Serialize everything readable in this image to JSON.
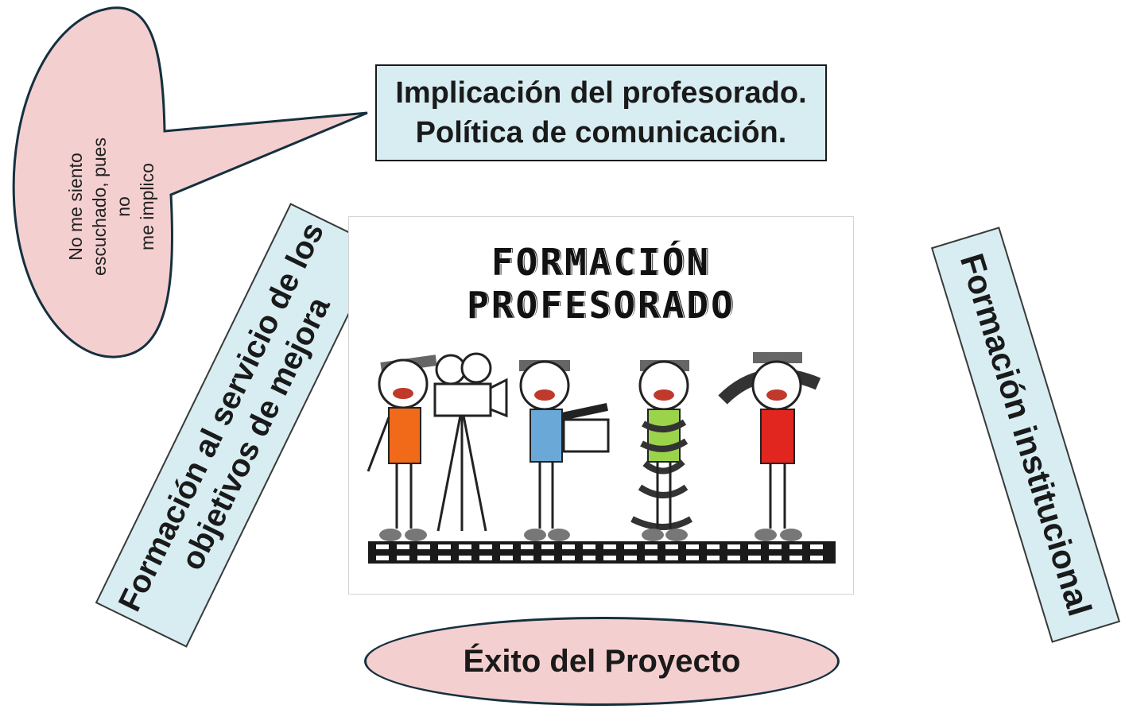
{
  "top_box": {
    "line1": "Implicación del profesorado.",
    "line2": "Política de comunicación."
  },
  "speech_bubble": {
    "line1": "No me siento",
    "line2": "escuchado, pues no",
    "line3": "me implico"
  },
  "left_box": {
    "line1": "Formación al servicio de los",
    "line2": "objetivos de mejora"
  },
  "right_box": {
    "label": "Formación institucional"
  },
  "picture": {
    "title": "FORMACIÓN PROFESORADO"
  },
  "bottom_ellipse": {
    "label": "Éxito del Proyecto"
  },
  "colors": {
    "box_fill": "#d7edf2",
    "bubble_fill": "#f4cfd0",
    "ellipse_fill": "#f4cfd0",
    "outline": "#15303e"
  }
}
